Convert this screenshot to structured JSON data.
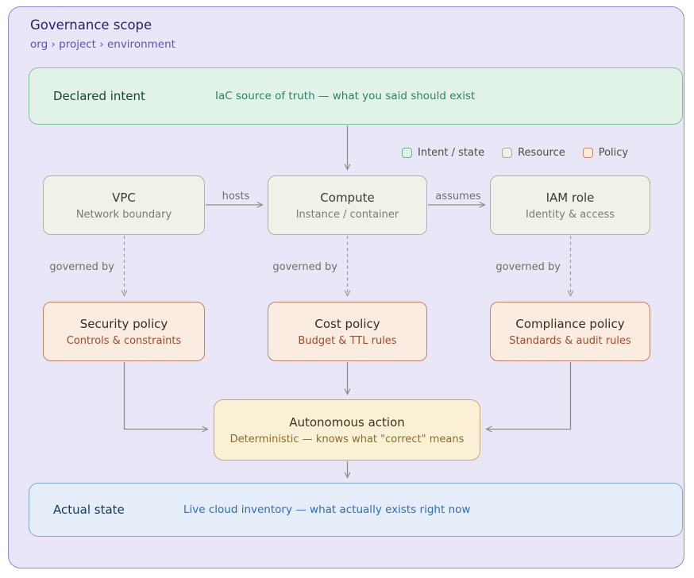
{
  "scope": {
    "title": "Governance scope",
    "breadcrumb": "org › project › environment"
  },
  "declared_intent": {
    "title": "Declared intent",
    "description": "IaC source of truth — what you said should exist"
  },
  "legend": {
    "items": [
      {
        "label": "Intent / state",
        "fill": "#e1f2e8",
        "border": "#6fae90"
      },
      {
        "label": "Resource",
        "fill": "#f1f0e9",
        "border": "#aaa89b"
      },
      {
        "label": "Policy",
        "fill": "#fbece1",
        "border": "#c9876a"
      }
    ]
  },
  "resources": [
    {
      "title": "VPC",
      "subtitle": "Network boundary"
    },
    {
      "title": "Compute",
      "subtitle": "Instance / container"
    },
    {
      "title": "IAM role",
      "subtitle": "Identity & access"
    }
  ],
  "edges": {
    "hosts": "hosts",
    "assumes": "assumes",
    "governed_by": "governed by"
  },
  "policies": [
    {
      "title": "Security policy",
      "subtitle": "Controls & constraints"
    },
    {
      "title": "Cost policy",
      "subtitle": "Budget & TTL rules"
    },
    {
      "title": "Compliance policy",
      "subtitle": "Standards & audit rules"
    }
  ],
  "action": {
    "title": "Autonomous action",
    "subtitle": "Deterministic — knows what \"correct\" means"
  },
  "actual_state": {
    "title": "Actual state",
    "description": "Live cloud inventory — what actually exists right now"
  },
  "colors": {
    "scope_bg": "#e9e7f7",
    "scope_border": "#9288d7",
    "intent_bg": "#e1f2e8",
    "intent_border": "#80bf9e",
    "resource_bg": "#f1f0e9",
    "resource_border": "#b1afa2",
    "policy_bg": "#fbece1",
    "policy_border": "#c08165",
    "action_bg": "#faf0d6",
    "action_border": "#c6a96f",
    "actual_bg": "#e4edf8",
    "actual_border": "#82a7d4",
    "arrow": "#8c8c8c"
  }
}
